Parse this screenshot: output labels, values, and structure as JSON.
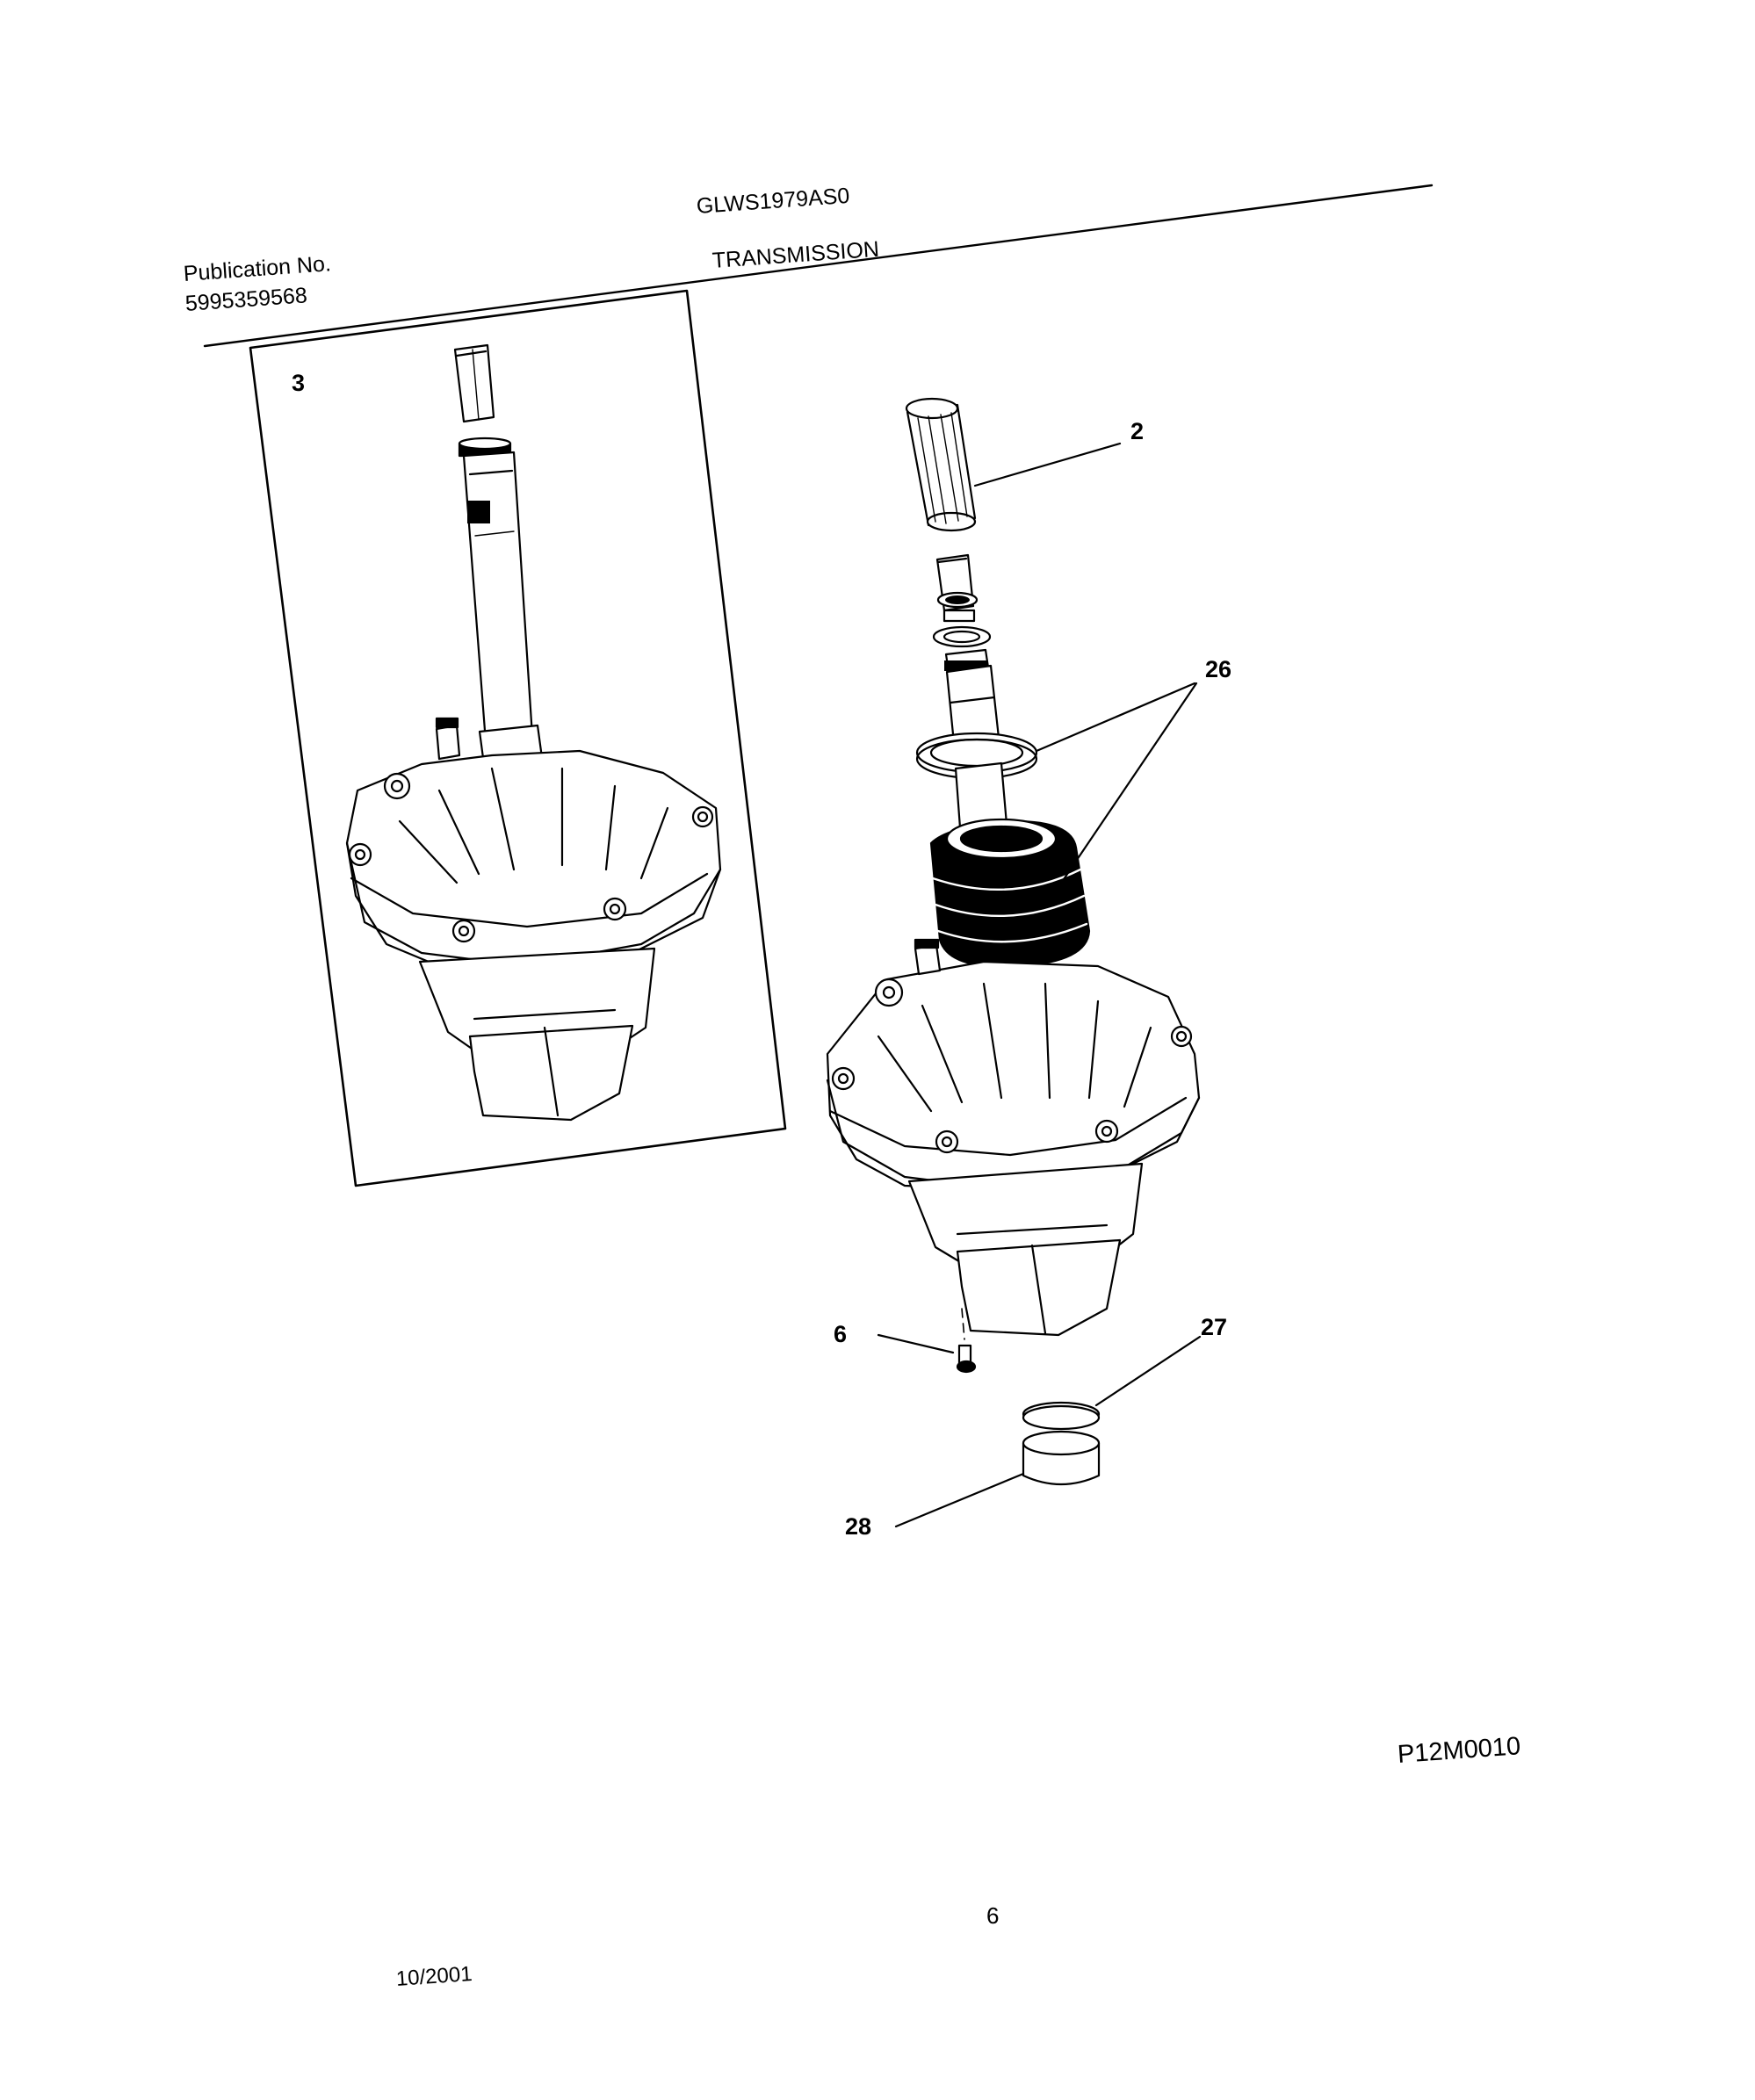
{
  "header": {
    "model": "GLWS1979AS0",
    "section_title": "TRANSMISSION",
    "publication_label": "Publication No.",
    "publication_number": "5995359568"
  },
  "callouts": {
    "inset_item": "3",
    "splined_coupling": "2",
    "seal_kit": "26",
    "screw": "6",
    "ring_upper": "27",
    "ring_lower": "28"
  },
  "footer": {
    "drawing_code": "P12M0010",
    "page_number": "6",
    "date": "10/2001"
  },
  "colors": {
    "ink": "#000000",
    "paper": "#ffffff"
  }
}
